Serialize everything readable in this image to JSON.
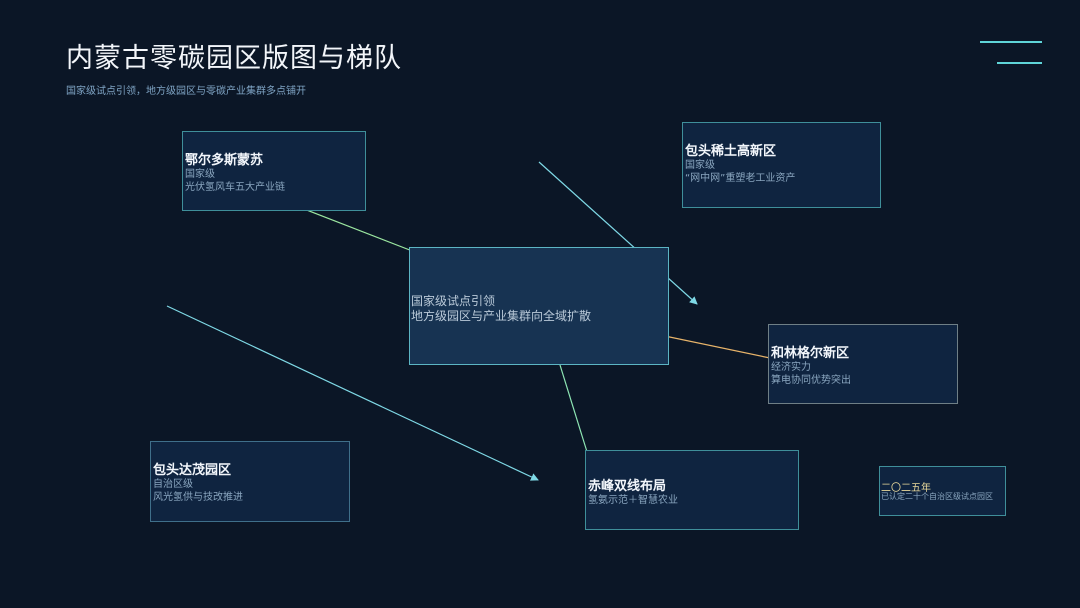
{
  "header": {
    "title": "内蒙古零碳园区版图与梯队",
    "subtitle": "国家级试点引领，地方级园区与零碳产业集群多点铺开"
  },
  "center": {
    "line1": "国家级试点引领",
    "line2": "地方级园区与产业集群向全域扩散"
  },
  "nodes": {
    "ordos": {
      "name": "鄂尔多斯蒙苏",
      "level": "国家级",
      "desc": "光伏氢风车五大产业链"
    },
    "baotou": {
      "name": "包头稀土高新区",
      "level": "国家级",
      "desc": "“网中网”重塑老工业资产"
    },
    "horinger": {
      "name": "和林格尔新区",
      "level": "经济实力",
      "desc": "算电协同优势突出"
    },
    "damao": {
      "name": "包头达茂园区",
      "level": "自治区级",
      "desc": "风光氢供与技改推进"
    },
    "chifeng": {
      "name": "赤峰双线布局",
      "level": "",
      "desc": "氢氨示范＋智慧农业"
    }
  },
  "note": {
    "year": "二〇二五年",
    "text": "已认定二十个自治区级试点园区"
  },
  "colors": {
    "background": "#0b1626",
    "accent_teal": "#5fd4d8",
    "link_green": "#9be6a0",
    "link_orange": "#e8b46a"
  }
}
